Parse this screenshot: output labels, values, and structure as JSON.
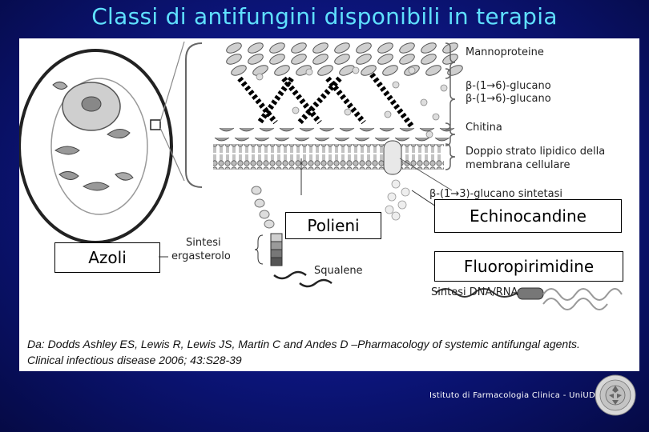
{
  "title": "Classi di antifungini disponibili in terapia",
  "diagram": {
    "layers": {
      "mannoproteine": "Mannoproteine",
      "glucano16_a": "β-(1→6)-glucano",
      "glucano16_b": "β-(1→6)-glucano",
      "chitina": "Chitina",
      "membrane_l1": "Doppio strato lipidico della",
      "membrane_l2": "membrana cellulare",
      "synthetase": "β-(1→3)-glucano sintetasi"
    },
    "pathway": {
      "sintesi_l1": "Sintesi",
      "sintesi_l2": "ergasterolo",
      "squalene": "Squalene",
      "dna_rna": "Sintesi DNA/RNA"
    },
    "drug_classes": {
      "polieni": "Polieni",
      "echinocandine": "Echinocandine",
      "azoli": "Azoli",
      "fluoropirimidine": "Fluoropirimidine"
    }
  },
  "citation": "Da: Dodds Ashley ES, Lewis R, Lewis JS, Martin C and Andes D –Pharmacology of systemic antifungal agents. Clinical infectious disease 2006; 43:S28-39",
  "footer": "Istituto di Farmacologia Clinica - UniUD",
  "colors": {
    "title": "#5fe0ff",
    "background": "#0d1785"
  }
}
